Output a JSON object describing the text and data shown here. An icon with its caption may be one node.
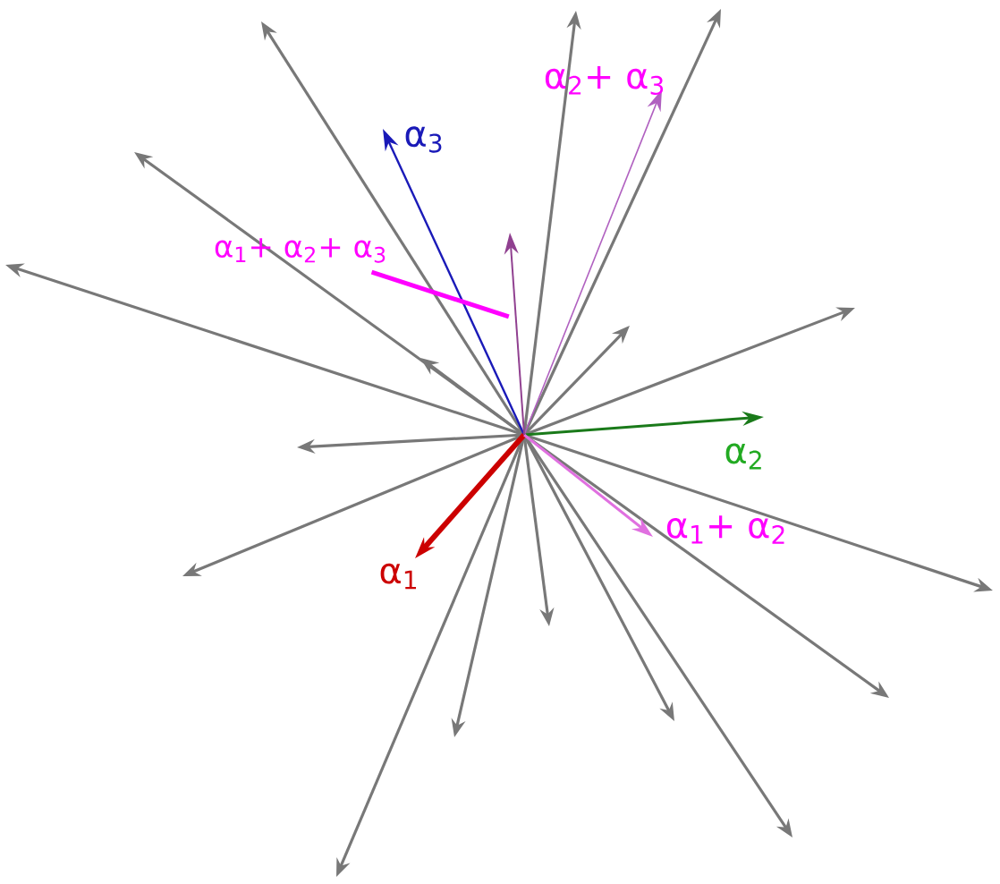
{
  "diagram": {
    "nodes": [
      {
        "text": [
          "α$_{1}$+ α$_{2}$+ α$_{3}$"
        ]
      },
      {
        "text": [],
        "shape": "arrow"
      }
    ],
    "edges": [
      {
        "from": 0,
        "to": 1,
        "arrow": "none",
        "color": "#ff00ff"
      }
    ],
    "labels": [
      "α$_{2}$+ α$_{3}$",
      "α$_{3}$",
      "α$_{2}$",
      "α$_{1}$+ α$_{2}$",
      "α$_{1}$"
    ]
  }
}
